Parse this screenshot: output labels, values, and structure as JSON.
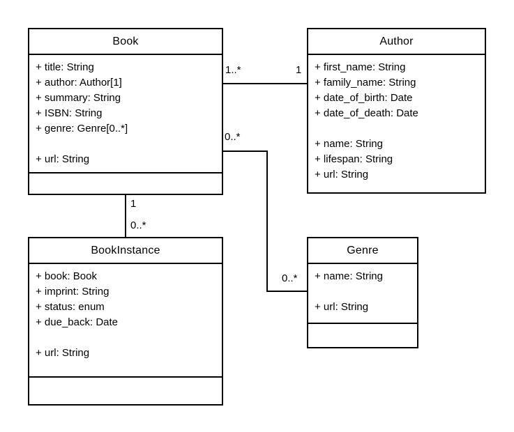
{
  "diagram": {
    "background_color": "#ffffff",
    "line_color": "#000000",
    "text_color": "#000000"
  },
  "classes": {
    "book": {
      "name": "Book",
      "attributes": [
        "+ title: String",
        "+ author: Author[1]",
        "+ summary: String",
        "+ ISBN: String",
        "+ genre: Genre[0..*]",
        "",
        "+ url: String"
      ]
    },
    "author": {
      "name": "Author",
      "attributes": [
        "+ first_name: String",
        "+ family_name: String",
        "+ date_of_birth: Date",
        "+ date_of_death: Date",
        "",
        "+ name: String",
        "+ lifespan: String",
        "+ url: String"
      ]
    },
    "bookinstance": {
      "name": "BookInstance",
      "attributes": [
        "+ book: Book",
        "+ imprint: String",
        "+ status: enum",
        "+ due_back: Date",
        "",
        "+ url: String"
      ]
    },
    "genre": {
      "name": "Genre",
      "attributes": [
        "+ name: String",
        "",
        "+ url: String"
      ]
    }
  },
  "relationships": {
    "book_author": {
      "book_end": "1..*",
      "author_end": "1"
    },
    "book_genre": {
      "book_end": "0..*",
      "genre_end": "0..*"
    },
    "book_bookinstance": {
      "book_end": "1",
      "bookinstance_end": "0..*"
    }
  }
}
